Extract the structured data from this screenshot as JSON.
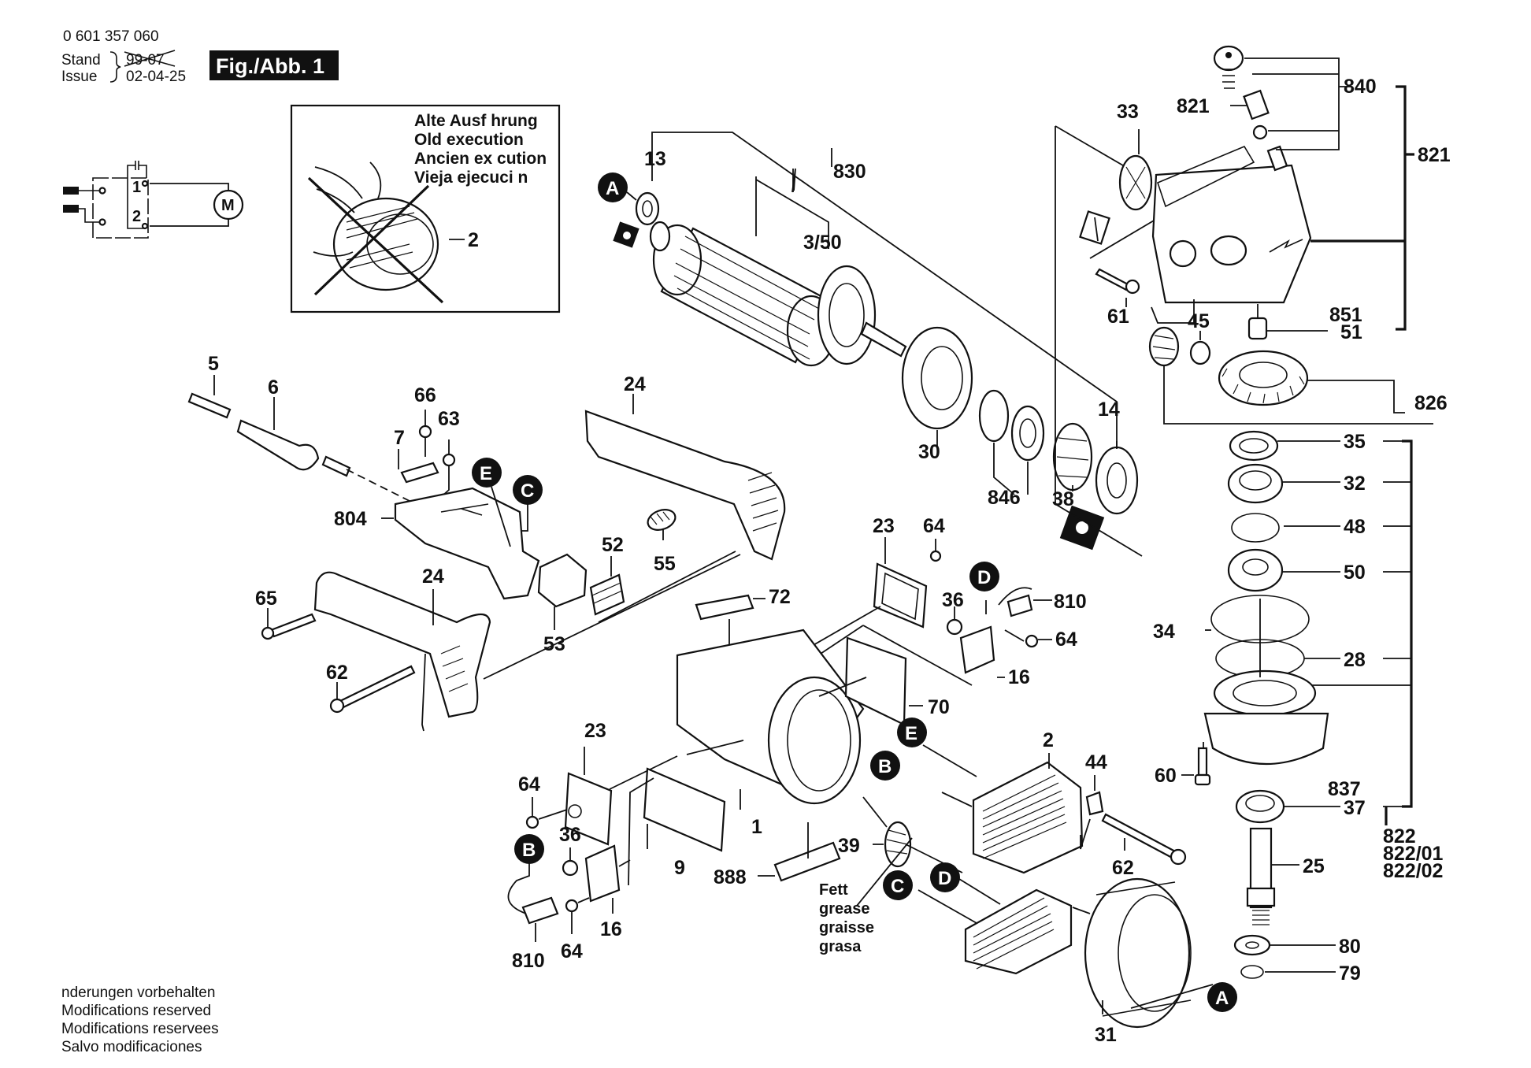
{
  "header": {
    "part_number": "0 601 357 060",
    "stand_label": "Stand",
    "issue_label": "Issue",
    "stand_date_struck": "99-07",
    "issue_date": "02-04-25",
    "figure_label": "Fig./Abb. 1"
  },
  "circuit": {
    "contact_1": "1",
    "contact_2": "2",
    "motor_symbol": "M"
  },
  "inset": {
    "lines": [
      "Alte Ausf hrung",
      "Old execution",
      "Ancien ex cution",
      "Vieja ejecuci n"
    ],
    "part_label": "2"
  },
  "grease_note": [
    "Fett",
    "grease",
    "graisse",
    "grasa"
  ],
  "footer": {
    "lines": [
      " nderungen vorbehalten",
      "Modifications reserved",
      "Modifications reservees",
      "Salvo modificaciones"
    ]
  },
  "markers": {
    "A_top": "A",
    "A_bottom": "A",
    "B_mid": "B",
    "B_low": "B",
    "C_switch": "C",
    "C_low": "C",
    "D_brush": "D",
    "D_low": "D",
    "E_switch": "E",
    "E_mid": "E"
  },
  "parts": {
    "p13": "13",
    "p830": "830",
    "p3_50": "3/50",
    "p30": "30",
    "p846": "846",
    "p38": "38",
    "p14": "14",
    "p33": "33",
    "p61": "61",
    "p45": "45",
    "p821_small": "821",
    "p840": "840",
    "p821_group": "821",
    "p851": "851",
    "p51": "51",
    "p826": "826",
    "p35": "35",
    "p32": "32",
    "p48": "48",
    "p50": "50",
    "p34": "34",
    "p28": "28",
    "p60": "60",
    "p837": "837",
    "p37": "37",
    "p822": "822",
    "p822_01": "822/01",
    "p822_02": "822/02",
    "p25": "25",
    "p80": "80",
    "p79": "79",
    "p5": "5",
    "p6": "6",
    "p66": "66",
    "p63": "63",
    "p7": "7",
    "p804": "804",
    "p24_top": "24",
    "p24_low": "24",
    "p52": "52",
    "p53": "53",
    "p55": "55",
    "p65": "65",
    "p62_left": "62",
    "p23_top": "23",
    "p64_top": "64",
    "p810_top": "810",
    "p36_top": "36",
    "p64_mid": "64",
    "p16_top": "16",
    "p72": "72",
    "p70": "70",
    "p23_low": "23",
    "p64_low": "64",
    "p1": "1",
    "p9": "9",
    "p888": "888",
    "p39": "39",
    "p2": "2",
    "p44": "44",
    "p62_right": "62",
    "p36_low": "36",
    "p16_low": "16",
    "p810_low": "810",
    "p64_bottom": "64",
    "p31": "31"
  }
}
